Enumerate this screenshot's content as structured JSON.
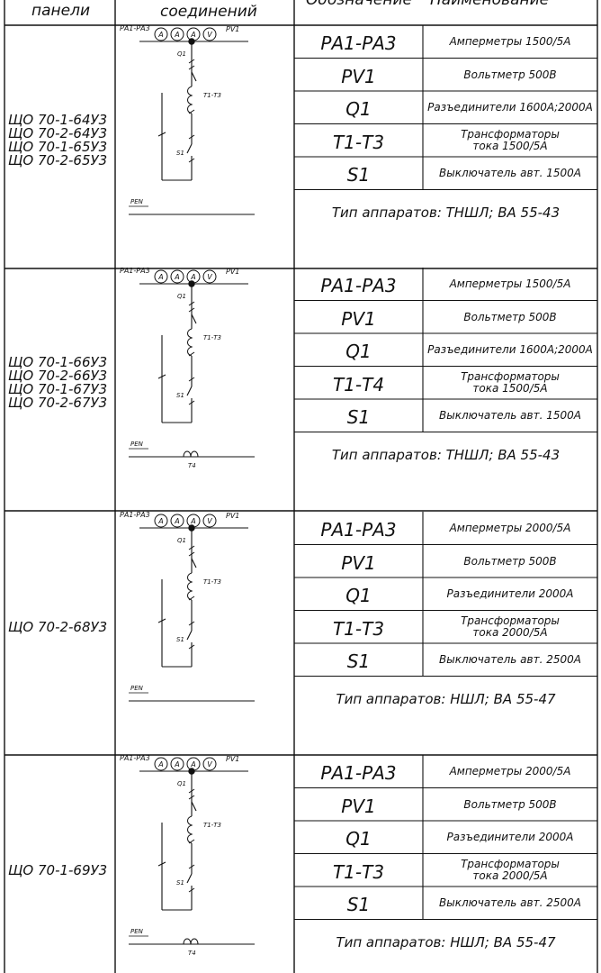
{
  "header": {
    "col_panel": "панели",
    "col_scheme": "соединений",
    "col_designation": "Обозначение",
    "col_name": "Наименование"
  },
  "schema_labels": {
    "ammeters": "РА1-РА3",
    "voltmeter": "PV1",
    "switch_q": "Q1",
    "transformers": "Т1-Т3",
    "breaker": "S1",
    "pen": "PEN",
    "t4": "Т4",
    "meter_a": "A",
    "meter_v": "V"
  },
  "sections": [
    {
      "panels": [
        "ЩО 70-1-64У3",
        "ЩО 70-2-64У3",
        "ЩО 70-1-65У3",
        "ЩО 70-2-65У3"
      ],
      "has_t4": false,
      "rows": [
        {
          "designation": "РА1-РА3",
          "name": [
            "Амперметры 1500/5А"
          ]
        },
        {
          "designation": "PV1",
          "name": [
            "Вольтметр 500В"
          ]
        },
        {
          "designation": "Q1",
          "name": [
            "Разъединители 1600А;2000А"
          ]
        },
        {
          "designation": "Т1-Т3",
          "name": [
            "Трансформаторы",
            "тока 1500/5А"
          ]
        },
        {
          "designation": "S1",
          "name": [
            "Выключатель авт. 1500А"
          ]
        }
      ],
      "apparatus": "Тип аппаратов: ТНШЛ; ВА 55-43"
    },
    {
      "panels": [
        "ЩО 70-1-66У3",
        "ЩО 70-2-66У3",
        "ЩО 70-1-67У3",
        "ЩО 70-2-67У3"
      ],
      "has_t4": true,
      "rows": [
        {
          "designation": "РА1-РА3",
          "name": [
            "Амперметры 1500/5А"
          ]
        },
        {
          "designation": "PV1",
          "name": [
            "Вольтметр 500В"
          ]
        },
        {
          "designation": "Q1",
          "name": [
            "Разъединители 1600А;2000А"
          ]
        },
        {
          "designation": "Т1-Т4",
          "name": [
            "Трансформаторы",
            "тока 1500/5А"
          ]
        },
        {
          "designation": "S1",
          "name": [
            "Выключатель авт. 1500А"
          ]
        }
      ],
      "apparatus": "Тип аппаратов: ТНШЛ; ВА 55-43"
    },
    {
      "panels": [
        "ЩО 70-2-68У3"
      ],
      "has_t4": false,
      "rows": [
        {
          "designation": "РА1-РА3",
          "name": [
            "Амперметры 2000/5А"
          ]
        },
        {
          "designation": "PV1",
          "name": [
            "Вольтметр 500В"
          ]
        },
        {
          "designation": "Q1",
          "name": [
            "Разъединители 2000А"
          ]
        },
        {
          "designation": "Т1-Т3",
          "name": [
            "Трансформаторы",
            "тока 2000/5А"
          ]
        },
        {
          "designation": "S1",
          "name": [
            "Выключатель авт. 2500А"
          ]
        }
      ],
      "apparatus": "Тип аппаратов: НШЛ; ВА 55-47"
    },
    {
      "panels": [
        "ЩО 70-1-69У3"
      ],
      "has_t4": true,
      "rows": [
        {
          "designation": "РА1-РА3",
          "name": [
            "Амперметры 2000/5А"
          ]
        },
        {
          "designation": "PV1",
          "name": [
            "Вольтметр 500В"
          ]
        },
        {
          "designation": "Q1",
          "name": [
            "Разъединители 2000А"
          ]
        },
        {
          "designation": "Т1-Т3",
          "name": [
            "Трансформаторы",
            "тока 2000/5А"
          ]
        },
        {
          "designation": "S1",
          "name": [
            "Выключатель авт. 2500А"
          ]
        }
      ],
      "apparatus": "Тип аппаратов: НШЛ; ВА 55-47"
    }
  ]
}
